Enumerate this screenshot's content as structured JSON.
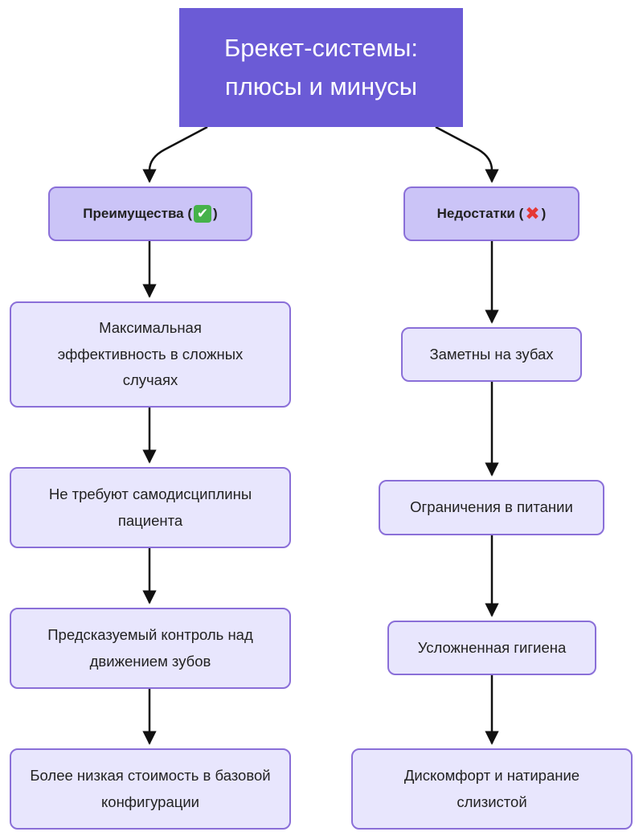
{
  "diagram": {
    "title": {
      "line1": "Брекет-системы:",
      "line2": "плюсы и минусы"
    },
    "pros": {
      "heading": "Преимущества",
      "heading_icon": "check-mark-icon",
      "items": [
        "Максимальная эффективность в сложных случаях",
        "Не требуют самодисциплины пациента",
        "Предсказуемый контроль над движением зубов",
        "Более низкая стоимость в базовой конфигурации"
      ]
    },
    "cons": {
      "heading": "Недостатки",
      "heading_icon": "cross-mark-icon",
      "items": [
        "Заметны на зубах",
        "Ограничения в питании",
        "Усложненная гигиена",
        "Дискомфорт и натирание слизистой"
      ]
    },
    "colors": {
      "title_fill": "#6b5bd6",
      "heading_fill": "#cbc4f7",
      "node_fill": "#e8e6fd",
      "node_border": "#8a6fd8",
      "edge": "#111111"
    }
  }
}
